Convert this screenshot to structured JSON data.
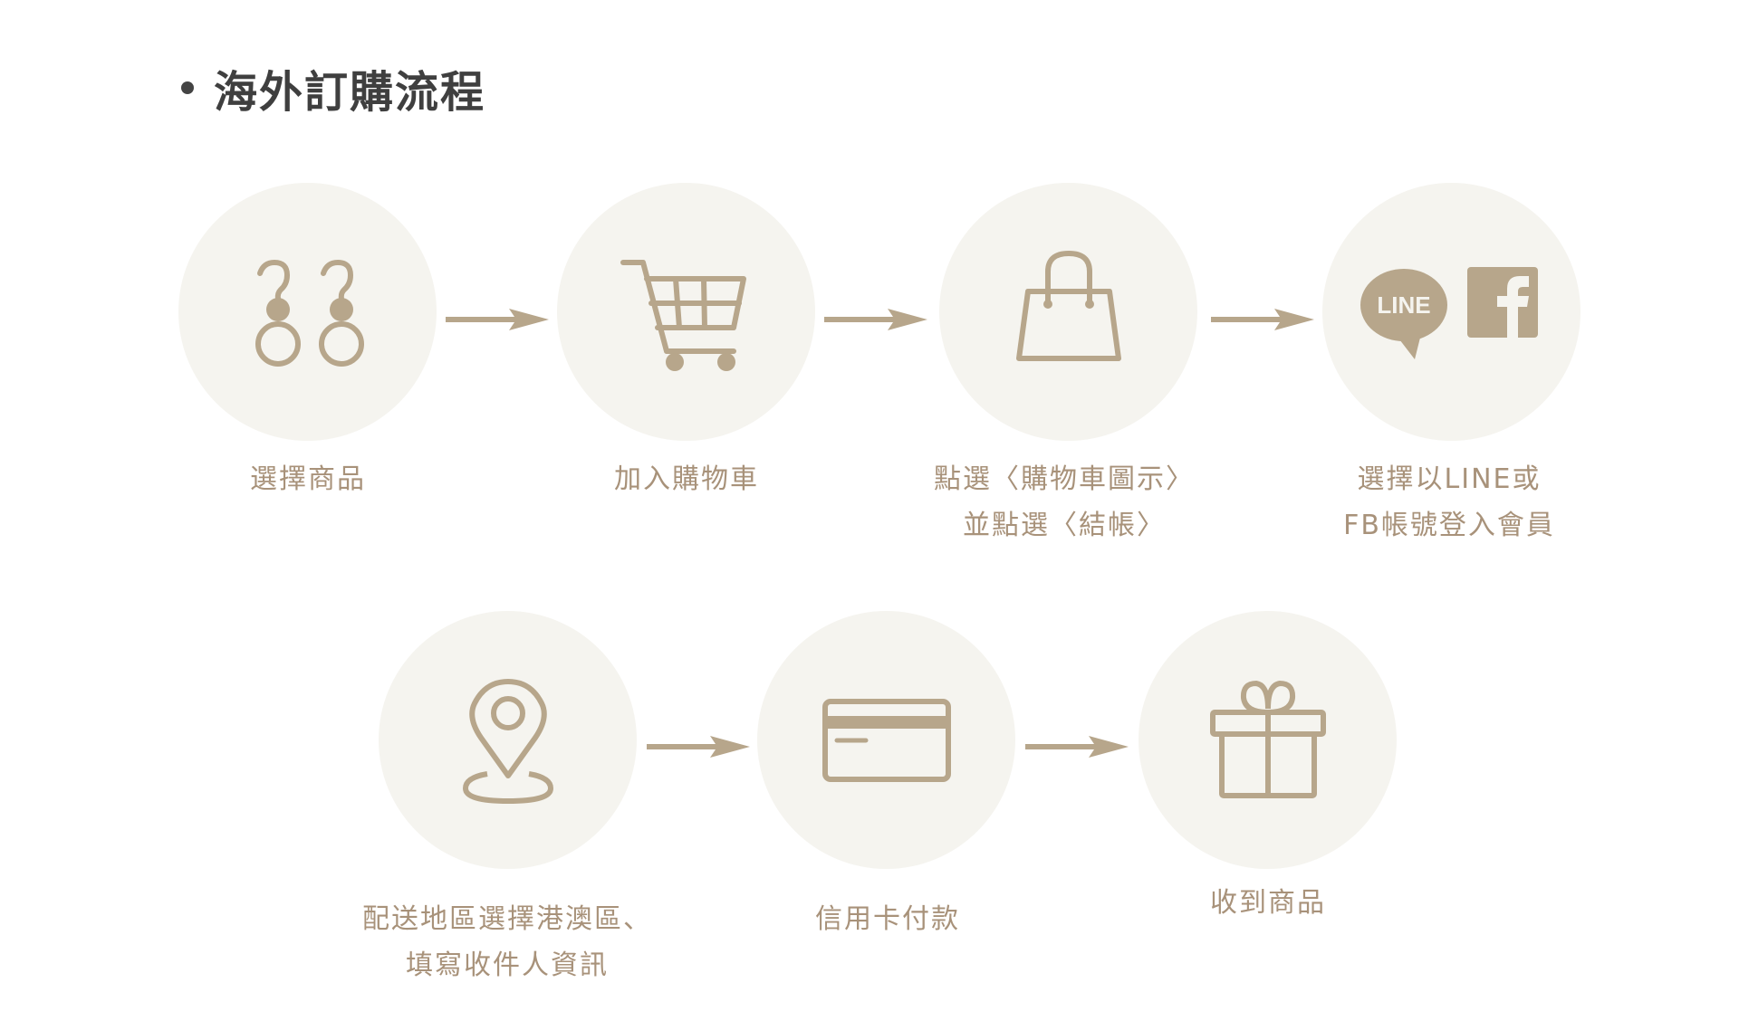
{
  "section": {
    "title": "海外訂購流程"
  },
  "colors": {
    "icon": "#b7a68b",
    "circle_bg": "#f5f4ef",
    "label": "#a8927a",
    "title": "#3f3f3f"
  },
  "steps": [
    {
      "icon": "earrings-icon",
      "lines": [
        "選擇商品"
      ]
    },
    {
      "icon": "shopping-cart-icon",
      "lines": [
        "加入購物車"
      ]
    },
    {
      "icon": "shopping-bag-icon",
      "lines": [
        "點選〈購物車圖示〉",
        "並點選〈結帳〉"
      ]
    },
    {
      "icon": "line-facebook-icon",
      "icon_text": "LINE",
      "lines": [
        "選擇以LINE或",
        "FB帳號登入會員"
      ]
    },
    {
      "icon": "location-pin-icon",
      "lines": [
        "配送地區選擇港澳區、",
        "填寫收件人資訊"
      ]
    },
    {
      "icon": "credit-card-icon",
      "lines": [
        "信用卡付款"
      ]
    },
    {
      "icon": "gift-box-icon",
      "lines": [
        "收到商品"
      ]
    }
  ]
}
